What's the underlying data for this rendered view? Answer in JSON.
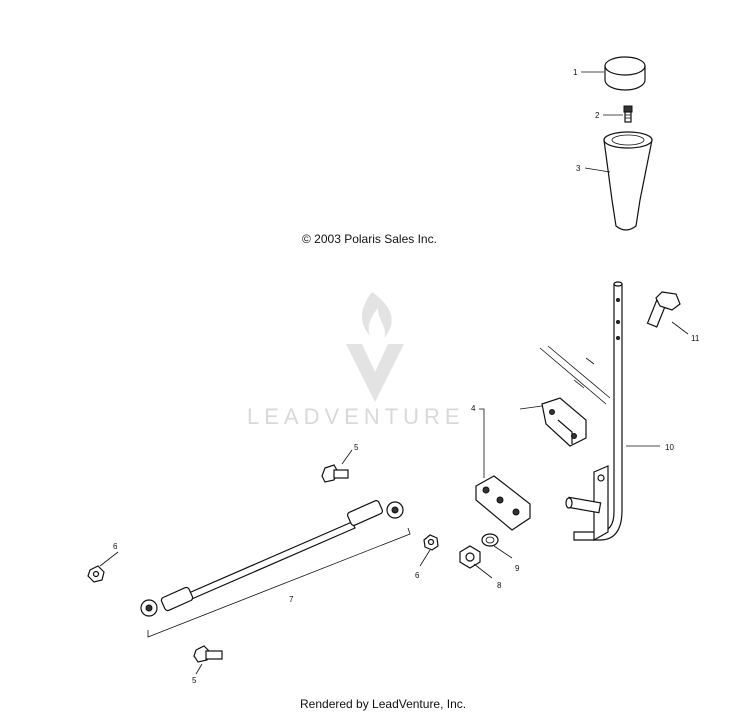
{
  "copyright": "© 2003 Polaris Sales Inc.",
  "footer": "Rendered by LeadVenture, Inc.",
  "watermark": {
    "text": "LEADVENTURE"
  },
  "callouts": {
    "c1": "1",
    "c2": "2",
    "c3": "3",
    "c4": "4",
    "c5a": "5",
    "c5b": "5",
    "c6a": "6",
    "c6b": "6",
    "c7": "7",
    "c8": "8",
    "c9": "9",
    "c10": "10",
    "c11": "11"
  }
}
